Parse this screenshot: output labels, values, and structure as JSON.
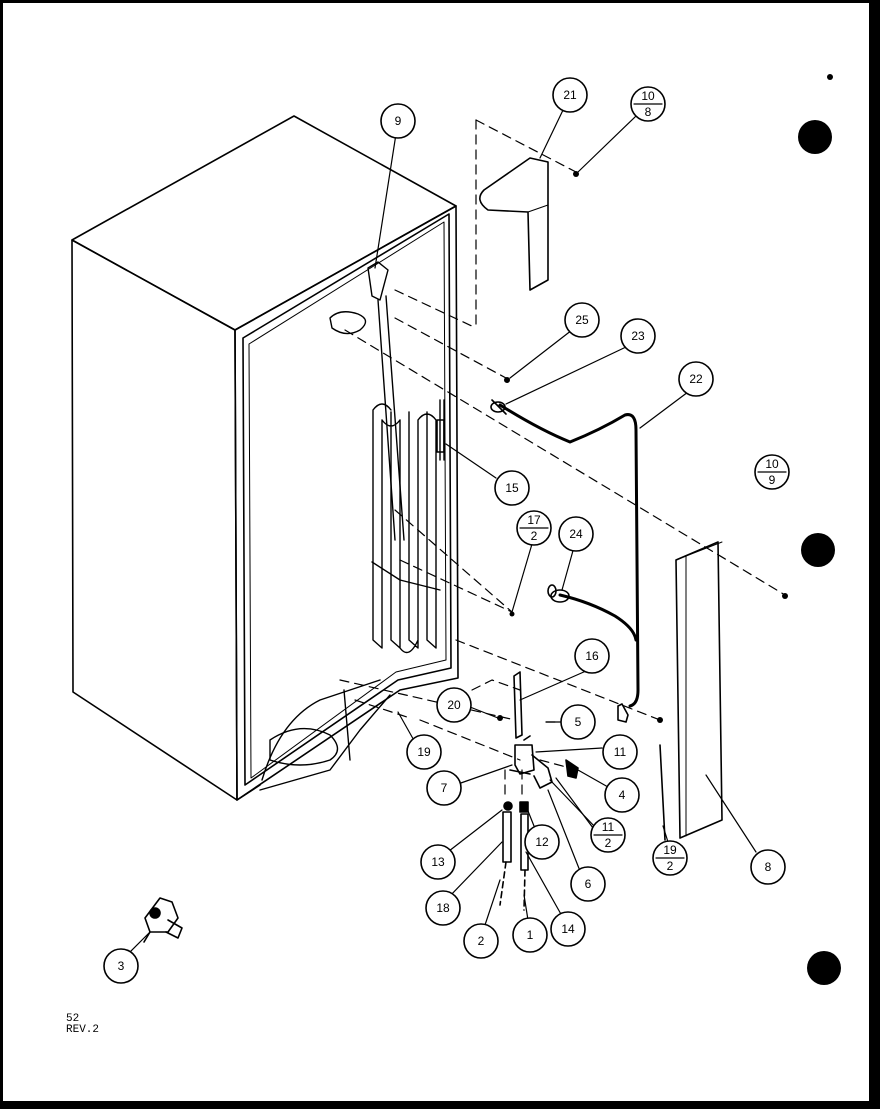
{
  "callouts": {
    "c9": "9",
    "c21": "21",
    "c10_8_top": "10",
    "c10_8_bot": "8",
    "c25": "25",
    "c23": "23",
    "c22": "22",
    "c10_9_top": "10",
    "c10_9_bot": "9",
    "c15": "15",
    "c17_2_top": "17",
    "c17_2_bot": "2",
    "c24": "24",
    "c16": "16",
    "c20": "20",
    "c5": "5",
    "c19": "19",
    "c11": "11",
    "c7": "7",
    "c4": "4",
    "c11_2_top": "11",
    "c11_2_bot": "2",
    "c13": "13",
    "c12": "12",
    "c6": "6",
    "c19_2_top": "19",
    "c19_2_bot": "2",
    "c8": "8",
    "c18": "18",
    "c2": "2",
    "c1": "1",
    "c14": "14",
    "c3": "3"
  },
  "footer": {
    "code": "52",
    "revision": "REV.2"
  }
}
